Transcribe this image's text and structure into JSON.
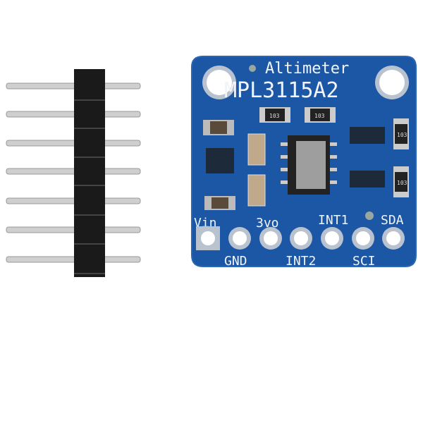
{
  "board": {
    "title": "Altimeter",
    "model": "MPL3115A2",
    "pins_top": [
      "Vin",
      "3vo",
      "INT1",
      "SDA"
    ],
    "pins_bottom": [
      "GND",
      "INT2",
      "SCI"
    ],
    "resistor_marks": [
      "103",
      "103",
      "103",
      "103"
    ],
    "colors": {
      "pcb": "#1c57a5",
      "pcb_edge": "#154a8e",
      "header": "#1a1a1a",
      "pin": "#c9c9c9"
    }
  }
}
